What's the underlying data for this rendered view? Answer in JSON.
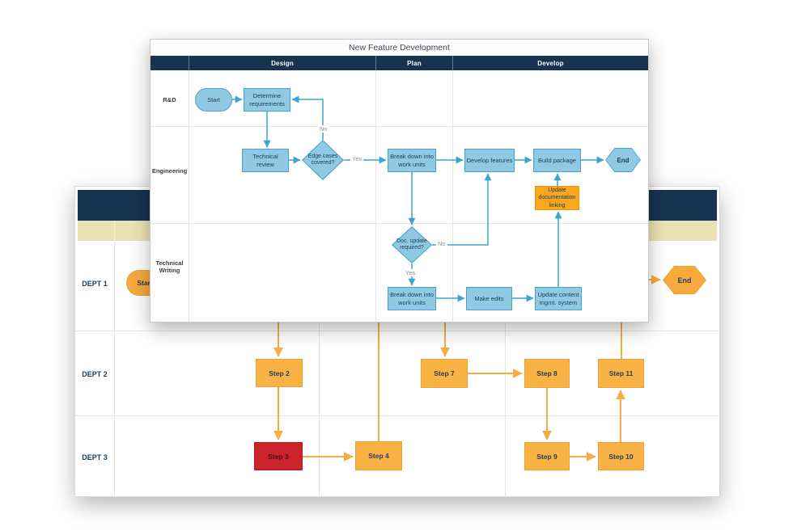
{
  "front_diagram": {
    "title": "New Feature Development",
    "phases": [
      {
        "label": "Design"
      },
      {
        "label": "Plan"
      },
      {
        "label": "Develop"
      }
    ],
    "lanes": [
      {
        "label": "R&D"
      },
      {
        "label": "Engineering"
      },
      {
        "label": "Technical Writing"
      }
    ],
    "nodes": {
      "start": {
        "label": "Start",
        "type": "start"
      },
      "determine_requirements": {
        "label": "Determine requirements",
        "type": "process"
      },
      "technical_review": {
        "label": "Technical review",
        "type": "process"
      },
      "edge_cases_covered": {
        "label": "Edge cases covered?",
        "type": "decision"
      },
      "break_down_work_units_eng": {
        "label": "Break down into work units",
        "type": "process"
      },
      "develop_features": {
        "label": "Develop features",
        "type": "process"
      },
      "build_package": {
        "label": "Build package",
        "type": "process"
      },
      "end": {
        "label": "End",
        "type": "end"
      },
      "update_documentation_linking": {
        "label": "Update documentation linking",
        "type": "process-highlight"
      },
      "doc_update_required": {
        "label": "Doc. update required?",
        "type": "decision"
      },
      "break_down_work_units_tw": {
        "label": "Break down into work units",
        "type": "process"
      },
      "make_edits": {
        "label": "Make edits",
        "type": "process"
      },
      "update_content_mgmt": {
        "label": "Update content mgmt. system",
        "type": "process"
      }
    },
    "edge_labels": {
      "edge_cases_no": "No",
      "edge_cases_yes": "Yes",
      "doc_update_no": "No",
      "doc_update_yes": "Yes"
    },
    "colors": {
      "header_navy": "#163450",
      "shape_blue_fill": "#8FC9E3",
      "shape_blue_border": "#45A4C9",
      "shape_orange_fill": "#F9A71F",
      "connector_blue": "#3BA5CC",
      "shape_text": "#1C3C58"
    }
  },
  "back_diagram": {
    "lanes": [
      {
        "label": "DEPT 1"
      },
      {
        "label": "DEPT 2"
      },
      {
        "label": "DEPT 3"
      }
    ],
    "nodes": {
      "start": {
        "label": "Start",
        "type": "start"
      },
      "step2": {
        "label": "Step 2",
        "type": "step"
      },
      "step3": {
        "label": "Step 3",
        "type": "step-highlight-red"
      },
      "step4": {
        "label": "Step 4",
        "type": "step"
      },
      "step7": {
        "label": "Step 7",
        "type": "step"
      },
      "step8": {
        "label": "Step 8",
        "type": "step"
      },
      "step9": {
        "label": "Step 9",
        "type": "step"
      },
      "step10": {
        "label": "Step 10",
        "type": "step"
      },
      "step11": {
        "label": "Step 11",
        "type": "step"
      },
      "end": {
        "label": "End",
        "type": "end"
      }
    },
    "colors": {
      "header_navy": "#163450",
      "band_tan": "#EAE3B4",
      "step_fill": "#F9B345",
      "step_border": "#EFA034",
      "step_red_fill": "#CB242D",
      "connector_orange": "#F6AC3F",
      "lane_text": "#1C3D5E"
    }
  }
}
